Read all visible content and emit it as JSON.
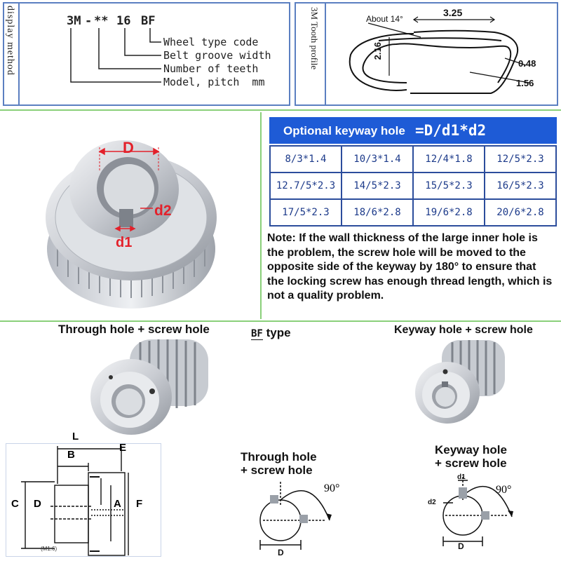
{
  "display_method": {
    "side_label": "display method",
    "code": {
      "model": "3M",
      "teeth": "**",
      "width": "16",
      "type": "BF"
    },
    "legend": [
      "Wheel type code",
      "Belt groove width",
      "Number of teeth",
      "Model, pitch  mm"
    ]
  },
  "tooth_profile": {
    "side_label": "3M Tooth profile",
    "angle": "About 14°",
    "width": "3.25",
    "height": "2.16",
    "radius_small": "0.48",
    "radius_large": "1.56"
  },
  "pulley_labels": {
    "d": "D",
    "d1": "d1",
    "d2": "d2"
  },
  "keyway_table": {
    "title_text": "Optional keyway hole",
    "title_formula": "=D/d1*d2",
    "rows": [
      [
        "8/3*1.4",
        "10/3*1.4",
        "12/4*1.8",
        "12/5*2.3"
      ],
      [
        "12.7/5*2.3",
        "14/5*2.3",
        "15/5*2.3",
        "16/5*2.3"
      ],
      [
        "17/5*2.3",
        "18/6*2.8",
        "19/6*2.8",
        "20/6*2.8"
      ]
    ]
  },
  "note": "Note: If the wall thickness of the large inner hole is the problem, the screw hole will be moved to the opposite side of the keyway by 180° to ensure that the locking screw has enough thread length, which is not a quality problem.",
  "photos": {
    "through_label": "Through hole + screw hole",
    "bf_label_a": "BF",
    "bf_label_b": "type",
    "keyway_label": "Keyway hole + screw hole"
  },
  "dimension_drawing": {
    "L": "L",
    "B": "B",
    "E": "E",
    "C": "C",
    "D": "D",
    "A": "A",
    "F": "F",
    "small": "(M1.6)"
  },
  "through_diagram": {
    "title_a": "Through hole",
    "title_b": "+ screw hole",
    "angle": "90°",
    "dim": "D"
  },
  "keyway_diagram": {
    "title_a": "Keyway hole",
    "title_b": "+ screw hole",
    "angle": "90°",
    "d1": "d1",
    "d2": "d2",
    "dim": "D"
  },
  "colors": {
    "frame": "#5b7fc1",
    "separator": "#8ad07a",
    "table_header": "#1e5bd6",
    "table_text": "#1c3a8a",
    "red": "#e3212b"
  }
}
